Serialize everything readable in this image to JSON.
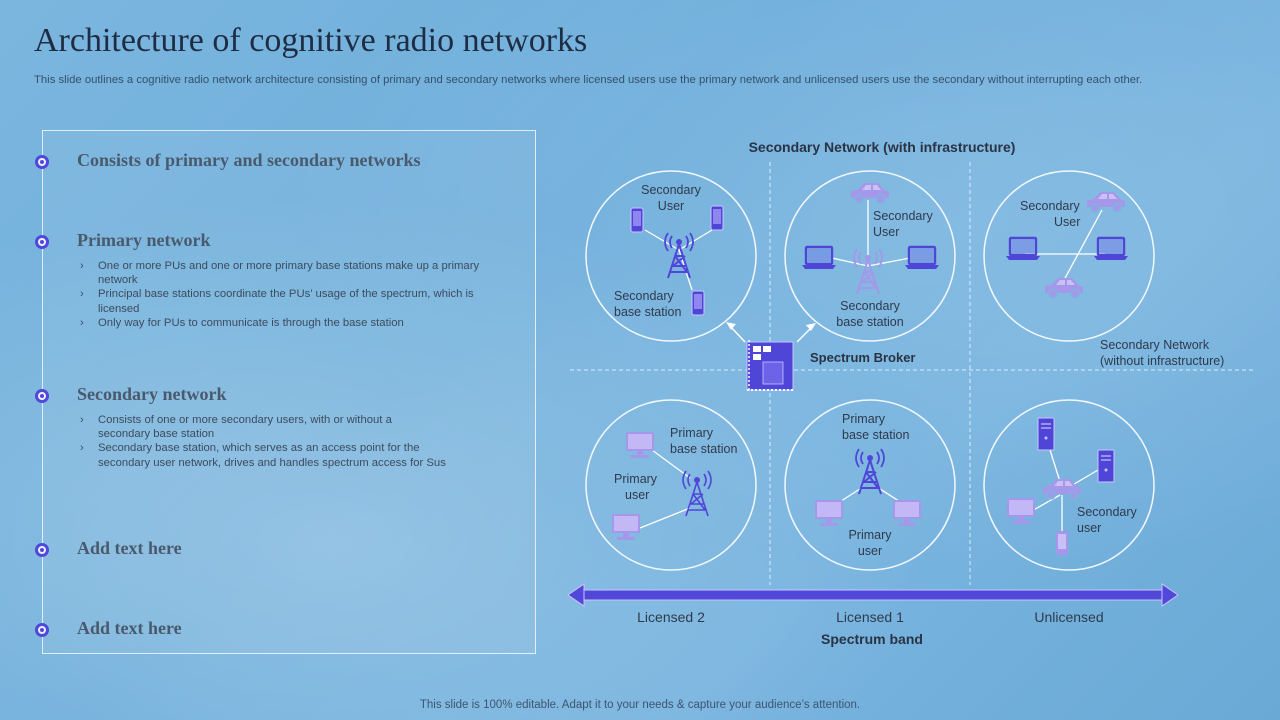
{
  "slide": {
    "title": "Architecture of  cognitive radio networks",
    "subtitle": "This slide outlines a cognitive radio network architecture consisting of primary and secondary networks where licensed users use the primary network and unlicensed users use the secondary without interrupting each other.",
    "footer": "This slide is 100% editable. Adapt it to your needs & capture your audience’s attention."
  },
  "left_panel": {
    "items": [
      {
        "heading": "Consists of primary and secondary networks",
        "points": []
      },
      {
        "heading": "Primary network",
        "points": [
          "One or more PUs and one or more primary base stations make up a primary network",
          "Principal base stations coordinate the PUs’ usage of the spectrum, which is licensed",
          "Only way for PUs to communicate is through the base station"
        ]
      },
      {
        "heading": "Secondary network",
        "points": [
          "Consists of one or more secondary users, with or without a secondary base station",
          "Secondary base station, which serves as an access point for the secondary user network, drives and handles spectrum access for Sus"
        ]
      },
      {
        "heading": "Add text here",
        "points": []
      },
      {
        "heading": "Add text here",
        "points": []
      }
    ]
  },
  "diagram": {
    "top_title": "Secondary Network (with infrastructure)",
    "without_infra_label": [
      "Secondary Network",
      "(without infrastructure)"
    ],
    "spectrum_broker": "Spectrum Broker",
    "circles": {
      "top_left": {
        "user": [
          "Secondary",
          "User"
        ],
        "station": [
          "Secondary",
          "base station"
        ]
      },
      "top_mid": {
        "user": [
          "Secondary",
          "User"
        ],
        "station": [
          "Secondary",
          "base station"
        ]
      },
      "top_right": {
        "user": [
          "Secondary",
          "User"
        ]
      },
      "bottom_left": {
        "station": [
          "Primary",
          "base station"
        ],
        "user": [
          "Primary",
          "user"
        ]
      },
      "bottom_mid": {
        "station": [
          "Primary",
          "base station"
        ],
        "user": [
          "Primary",
          "user"
        ]
      },
      "bottom_right": {
        "user": [
          "Secondary",
          "user"
        ]
      }
    },
    "bands": [
      "Licensed 2",
      "Licensed 1",
      "Unlicensed"
    ],
    "band_title": "Spectrum band"
  },
  "colors": {
    "accent": "#5147d9",
    "icon_light": "#9f8de6",
    "circle_stroke": "#ffffff"
  }
}
